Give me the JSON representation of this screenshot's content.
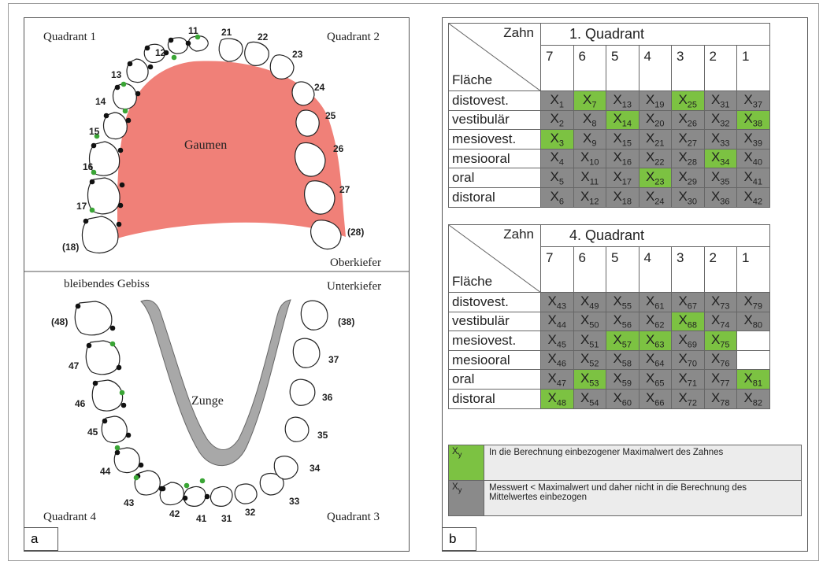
{
  "panel_a": {
    "corner_label": "a",
    "quadrant1": "Quadrant 1",
    "quadrant2": "Quadrant 2",
    "quadrant3": "Quadrant 3",
    "quadrant4": "Quadrant 4",
    "palate": "Gaumen",
    "tongue": "Zunge",
    "upper_jaw": "Oberkiefer",
    "lower_jaw": "Unterkiefer",
    "dentition": "bleibendes Gebiss",
    "colors": {
      "palate": "#f08078",
      "tongue": "#a8a8a8",
      "green_dot": "#3aa535",
      "black_dot": "#111111"
    }
  },
  "panel_b": {
    "corner_label": "b",
    "header_zahn": "Zahn",
    "header_flaeche": "Fläche",
    "teeth": [
      "7",
      "6",
      "5",
      "4",
      "3",
      "2",
      "1"
    ],
    "surfaces": [
      "distovest.",
      "vestibulär",
      "mesiovest.",
      "mesiooral",
      "oral",
      "distoral"
    ],
    "tables": [
      {
        "title": "1.  Quadrant",
        "rows": [
          [
            {
              "t": "1",
              "c": "g"
            },
            {
              "t": "7",
              "c": "gr"
            },
            {
              "t": "13",
              "c": "g"
            },
            {
              "t": "19",
              "c": "g"
            },
            {
              "t": "25",
              "c": "gr"
            },
            {
              "t": "31",
              "c": "g"
            },
            {
              "t": "37",
              "c": "g"
            }
          ],
          [
            {
              "t": "2",
              "c": "g"
            },
            {
              "t": "8",
              "c": "g"
            },
            {
              "t": "14",
              "c": "gr"
            },
            {
              "t": "20",
              "c": "g"
            },
            {
              "t": "26",
              "c": "g"
            },
            {
              "t": "32",
              "c": "g"
            },
            {
              "t": "38",
              "c": "gr"
            }
          ],
          [
            {
              "t": "3",
              "c": "gr"
            },
            {
              "t": "9",
              "c": "g"
            },
            {
              "t": "15",
              "c": "g"
            },
            {
              "t": "21",
              "c": "g"
            },
            {
              "t": "27",
              "c": "g"
            },
            {
              "t": "33",
              "c": "g"
            },
            {
              "t": "39",
              "c": "g"
            }
          ],
          [
            {
              "t": "4",
              "c": "g"
            },
            {
              "t": "10",
              "c": "g"
            },
            {
              "t": "16",
              "c": "g"
            },
            {
              "t": "22",
              "c": "g"
            },
            {
              "t": "28",
              "c": "g"
            },
            {
              "t": "34",
              "c": "gr"
            },
            {
              "t": "40",
              "c": "g"
            }
          ],
          [
            {
              "t": "5",
              "c": "g"
            },
            {
              "t": "11",
              "c": "g"
            },
            {
              "t": "17",
              "c": "g"
            },
            {
              "t": "23",
              "c": "gr"
            },
            {
              "t": "29",
              "c": "g"
            },
            {
              "t": "35",
              "c": "g"
            },
            {
              "t": "41",
              "c": "g"
            }
          ],
          [
            {
              "t": "6",
              "c": "g"
            },
            {
              "t": "12",
              "c": "g"
            },
            {
              "t": "18",
              "c": "g"
            },
            {
              "t": "24",
              "c": "g"
            },
            {
              "t": "30",
              "c": "g"
            },
            {
              "t": "36",
              "c": "g"
            },
            {
              "t": "42",
              "c": "g"
            }
          ]
        ]
      },
      {
        "title": "4.  Quadrant",
        "rows": [
          [
            {
              "t": "43",
              "c": "g"
            },
            {
              "t": "49",
              "c": "g"
            },
            {
              "t": "55",
              "c": "g"
            },
            {
              "t": "61",
              "c": "g"
            },
            {
              "t": "67",
              "c": "g"
            },
            {
              "t": "73",
              "c": "g"
            },
            {
              "t": "79",
              "c": "g"
            }
          ],
          [
            {
              "t": "44",
              "c": "g"
            },
            {
              "t": "50",
              "c": "g"
            },
            {
              "t": "56",
              "c": "g"
            },
            {
              "t": "62",
              "c": "g"
            },
            {
              "t": "68",
              "c": "gr"
            },
            {
              "t": "74",
              "c": "g"
            },
            {
              "t": "80",
              "c": "g"
            }
          ],
          [
            {
              "t": "45",
              "c": "g"
            },
            {
              "t": "51",
              "c": "g"
            },
            {
              "t": "57",
              "c": "gr"
            },
            {
              "t": "63",
              "c": "gr"
            },
            {
              "t": "69",
              "c": "g"
            },
            {
              "t": "75",
              "c": "gr"
            },
            {
              "t": "",
              "c": "w"
            }
          ],
          [
            {
              "t": "46",
              "c": "g"
            },
            {
              "t": "52",
              "c": "g"
            },
            {
              "t": "58",
              "c": "g"
            },
            {
              "t": "64",
              "c": "g"
            },
            {
              "t": "70",
              "c": "g"
            },
            {
              "t": "76",
              "c": "g"
            },
            {
              "t": "",
              "c": "w"
            }
          ],
          [
            {
              "t": "47",
              "c": "g"
            },
            {
              "t": "53",
              "c": "gr"
            },
            {
              "t": "59",
              "c": "g"
            },
            {
              "t": "65",
              "c": "g"
            },
            {
              "t": "71",
              "c": "g"
            },
            {
              "t": "77",
              "c": "g"
            },
            {
              "t": "81",
              "c": "gr"
            }
          ],
          [
            {
              "t": "48",
              "c": "gr"
            },
            {
              "t": "54",
              "c": "g"
            },
            {
              "t": "60",
              "c": "g"
            },
            {
              "t": "66",
              "c": "g"
            },
            {
              "t": "72",
              "c": "g"
            },
            {
              "t": "78",
              "c": "g"
            },
            {
              "t": "82",
              "c": "g"
            }
          ]
        ]
      }
    ],
    "legend": [
      {
        "symbol": "X",
        "sub": "y",
        "color": "#7cc242",
        "text": "In die Berechnung einbezogener Maximalwert des Zahnes"
      },
      {
        "symbol": "X",
        "sub": "y",
        "color": "#8a8a8a",
        "text": "Messwert < Maximalwert und daher nicht in die Berechnung des Mittelwertes einbezogen"
      }
    ],
    "colors": {
      "green": "#7cc242",
      "gray": "#8a8a8a"
    }
  }
}
